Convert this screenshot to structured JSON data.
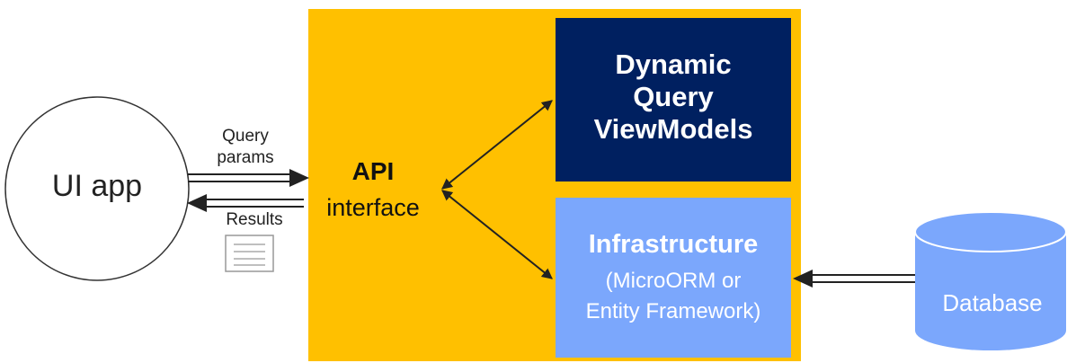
{
  "ui_app": {
    "label": "UI app"
  },
  "request_arrow": {
    "label_line1": "Query",
    "label_line2": "params"
  },
  "response_arrow": {
    "label": "Results"
  },
  "api": {
    "title": "API",
    "subtitle": "interface"
  },
  "dynamic_query": {
    "line1": "Dynamic",
    "line2": "Query",
    "line3": "ViewModels"
  },
  "infrastructure": {
    "title": "Infrastructure",
    "detail_line1": "(MicroORM or",
    "detail_line2": "Entity Framework)"
  },
  "database": {
    "label": "Database"
  },
  "colors": {
    "container": "#FFC000",
    "dynamic_query_box": "#002060",
    "infrastructure_box": "#7BA7FC",
    "database": "#7BA7FC",
    "arrow": "#222222"
  }
}
